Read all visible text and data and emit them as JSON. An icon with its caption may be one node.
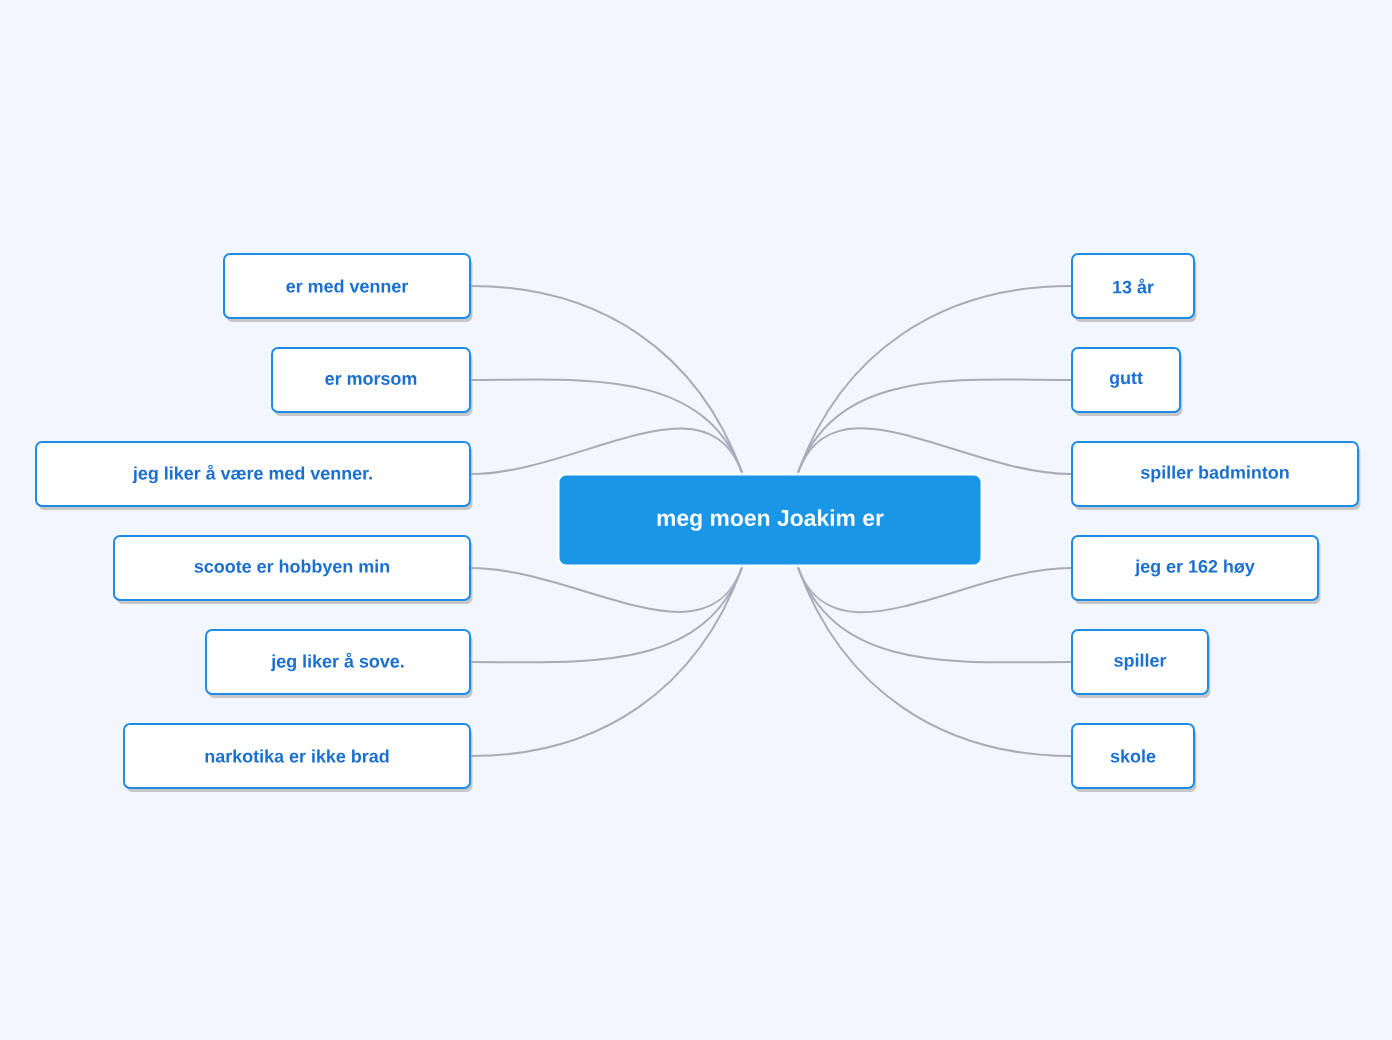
{
  "diagram": {
    "nodes": [
      {
        "text": [
          "meg moen Joakim er"
        ]
      },
      {
        "text": [
          "er med venner"
        ]
      },
      {
        "text": [
          "er morsom"
        ]
      },
      {
        "text": [
          "jeg liker å være med venner."
        ]
      },
      {
        "text": [
          "scoote er hobbyen min"
        ]
      },
      {
        "text": [
          "jeg liker å sove."
        ]
      },
      {
        "text": [
          "narkotika er ikke brad"
        ]
      },
      {
        "text": [
          "13 år"
        ]
      },
      {
        "text": [
          "gutt"
        ]
      },
      {
        "text": [
          "spiller badminton"
        ]
      },
      {
        "text": [
          "jeg er 162 høy"
        ]
      },
      {
        "text": [
          "spiller"
        ]
      },
      {
        "text": [
          "skole"
        ]
      }
    ],
    "edges": [
      {
        "from": 0,
        "to": 1,
        "arrow": "none"
      },
      {
        "from": 0,
        "to": 2,
        "arrow": "none"
      },
      {
        "from": 0,
        "to": 3,
        "arrow": "none"
      },
      {
        "from": 0,
        "to": 4,
        "arrow": "none"
      },
      {
        "from": 0,
        "to": 5,
        "arrow": "none"
      },
      {
        "from": 0,
        "to": 6,
        "arrow": "none"
      },
      {
        "from": 0,
        "to": 7,
        "arrow": "none"
      },
      {
        "from": 0,
        "to": 8,
        "arrow": "none"
      },
      {
        "from": 0,
        "to": 9,
        "arrow": "none"
      },
      {
        "from": 0,
        "to": 10,
        "arrow": "none"
      },
      {
        "from": 0,
        "to": 11,
        "arrow": "none"
      },
      {
        "from": 0,
        "to": 12,
        "arrow": "none"
      }
    ]
  }
}
